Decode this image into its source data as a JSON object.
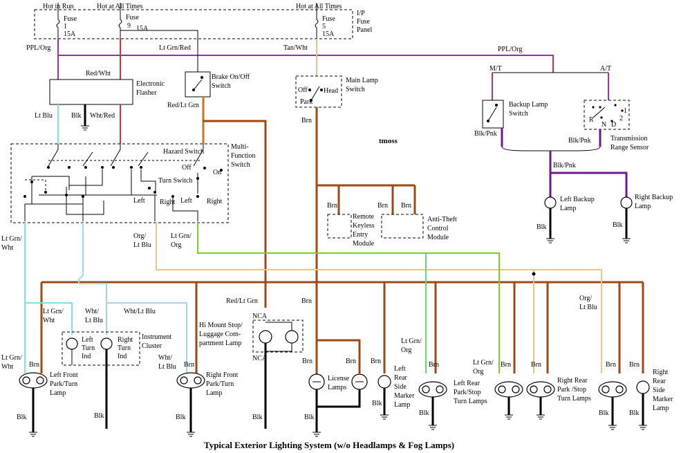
{
  "title": "Typical Exterior Lighting System (w/o Headlamps & Fog Lamps)",
  "author_mark": "tmoss",
  "fuse_panel": {
    "hot_in_run": "Hot in Run",
    "hot_at_all_times_1": "Hot at All Times",
    "hot_at_all_times_2": "Hot at All Times",
    "fuse1_name": "Fuse",
    "fuse1_num": "1",
    "fuse1_amp": "15A",
    "fuse9_name": "Fuse",
    "fuse9_num": "9",
    "fuse9_amp": "15A",
    "fuse5_name": "Fuse",
    "fuse5_num": "5",
    "fuse5_amp": "15A",
    "panel_label_1": "I/P",
    "panel_label_2": "Fuse",
    "panel_label_3": "Panel"
  },
  "wires": {
    "ppl_org_left": "PPL/Org",
    "lt_grn_red": "Lt Grn/Red",
    "tan_wht": "Tan/Wht",
    "ppl_org_right": "PPL/Org",
    "red_wht": "Red/Wht",
    "red_lt_grn_top": "Red/Lt Grn",
    "lt_blu": "Lt Blu",
    "blk_flasher": "Blk",
    "wht_red": "Wht/Red",
    "brn_main": "Brn",
    "mt": "M/T",
    "at": "A/T",
    "blk_pnk_1": "Blk/Pnk",
    "blk_pnk_2": "Blk/Pnk",
    "blk_pnk_3": "Blk/Pnk",
    "lt_grn_wht_1a": "Lt Grn/",
    "lt_grn_wht_1b": "Wht",
    "org_lt_blu_1a": "Org/",
    "org_lt_blu_1b": "Lt Blu",
    "lt_grn_org_1a": "Lt Grn/",
    "lt_grn_org_1b": "Org",
    "brn_rke": "Brn",
    "brn_atc_1": "Brn",
    "brn_atc_2": "Brn",
    "red_lt_grn_mid": "Red/Lt Grn",
    "brn_mid": "Brn",
    "org_lt_blu_2a": "Org/",
    "org_lt_blu_2b": "Lt Blu",
    "lt_grn_wht_2a": "Lt Grn/",
    "lt_grn_wht_2b": "Wht",
    "wht_lt_blu_1a": "Wht/",
    "wht_lt_blu_1b": "Lt Blu",
    "wht_lt_blu_2": "Wht/Lt Blu",
    "lt_grn_wht_3a": "Lt Grn/",
    "lt_grn_wht_3b": "Wht",
    "brn_lf": "Brn",
    "wht_lt_blu_3a": "Wht/",
    "wht_lt_blu_3b": "Lt Blu",
    "brn_rf": "Brn",
    "brn_lic_l": "Brn",
    "brn_lic_r": "Brn",
    "brn_lrsm": "Brn",
    "lt_grn_org_2a": "Lt Grn/",
    "lt_grn_org_2b": "Org",
    "brn_lrp": "Brn",
    "lt_grn_org_3a": "Lt Grn/",
    "lt_grn_org_3b": "Org",
    "brn_lrp2": "Brn",
    "brn_rrp": "Brn",
    "brn_rrp2": "Brn",
    "brn_rrsm": "Brn",
    "nca_top": "NCA",
    "nca_bot": "NCA",
    "blk_lf": "Blk",
    "blk_ic": "Blk",
    "blk_rf": "Blk",
    "blk_him": "Blk",
    "blk_lic": "Blk",
    "blk_lrsm": "Blk",
    "blk_lrp": "Blk",
    "blk_rrp": "Blk",
    "blk_rrsm": "Blk",
    "blk_lb": "Blk",
    "blk_rb": "Blk"
  },
  "components": {
    "electronic_flasher_1": "Electronic",
    "electronic_flasher_2": "Flasher",
    "brake_switch_1": "Brake On/Off",
    "brake_switch_2": "Switch",
    "main_lamp_switch_1": "Main Lamp",
    "main_lamp_switch_2": "Switch",
    "mls_off": "Off",
    "mls_head": "Head",
    "mls_park": "Park",
    "backup_lamp_switch_1": "Backup Lamp",
    "backup_lamp_switch_2": "Switch",
    "trs_1": "Transmission",
    "trs_2": "Range Sensor",
    "trs_r": "R",
    "trs_n": "N",
    "trs_d": "D",
    "trs_2pos": "2",
    "trs_1pos": "1",
    "mfs_1": "Multi-",
    "mfs_2": "Function",
    "mfs_3": "Switch",
    "hazard_switch": "Hazard Switch",
    "turn_switch": "Turn Switch",
    "mfs_off": "Off",
    "mfs_on": "On",
    "mfs_left1": "Left",
    "mfs_right1": "Right",
    "mfs_left2": "Left",
    "mfs_right2": "Right",
    "rke_1": "Remote",
    "rke_2": "Keyless",
    "rke_3": "Entry",
    "rke_4": "Module",
    "atc_1": "Anti-Theft",
    "atc_2": "Control",
    "atc_3": "Module",
    "left_backup_1": "Left Backup",
    "left_backup_2": "Lamp",
    "right_backup_1": "Right Backup",
    "right_backup_2": "Lamp",
    "ic_left_1": "Left",
    "ic_left_2": "Turn",
    "ic_left_3": "Ind",
    "ic_right_1": "Right",
    "ic_right_2": "Turn",
    "ic_right_3": "Ind",
    "ic_1": "Instrument",
    "ic_2": "Cluster",
    "him_1": "Hi Mount Stop/",
    "him_2": "Luggage Com-",
    "him_3": "partment Lamp",
    "lf_1": "Left Front",
    "lf_2": "Park/Turn",
    "lf_3": "Lamp",
    "rf_1": "Right Front",
    "rf_2": "Park/Turn",
    "rf_3": "Lamp",
    "lic_1": "License",
    "lic_2": "Lamps",
    "lrsm_1": "Left",
    "lrsm_2": "Rear",
    "lrsm_3": "Side",
    "lrsm_4": "Marker",
    "lrsm_5": "Lamp",
    "lrp_1": "Left Rear",
    "lrp_2": "Park/Stop",
    "lrp_3": "Turn Lamps",
    "rrp_1": "Right Rear",
    "rrp_2": "Park /Stop",
    "rrp_3": "Turn Lamps",
    "rrsm_1": "Right",
    "rrsm_2": "Rear",
    "rrsm_3": "Side",
    "rrsm_4": "Marker",
    "rrsm_5": "Lamp"
  },
  "colors": {
    "brown": "#9b4a14",
    "purple_orange": "#a0309a",
    "red": "#d03030",
    "tan": "#e8c08a",
    "light_blue": "#7fe0e8",
    "light_green": "#6ed67a",
    "violet": "#6a1a8a"
  }
}
